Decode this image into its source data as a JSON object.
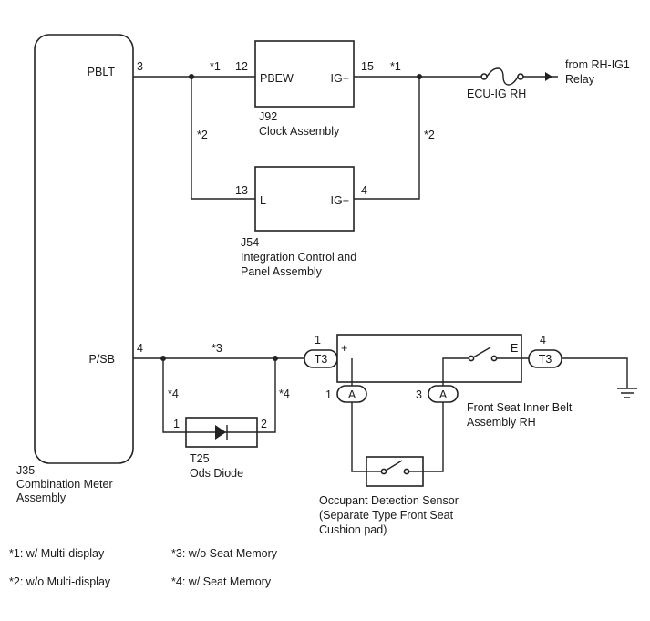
{
  "meter": {
    "code": "J35",
    "name_line1": "Combination Meter",
    "name_line2": "Assembly",
    "pin_pblt_name": "PBLT",
    "pin_pblt_no": "3",
    "pin_psb_name": "P/SB",
    "pin_psb_no": "4"
  },
  "clock": {
    "code": "J92",
    "name": "Clock Assembly",
    "pin_left_name": "PBEW",
    "pin_left_no": "12",
    "pin_right_name": "IG+",
    "pin_right_no": "15"
  },
  "integration": {
    "code": "J54",
    "name_line1": "Integration Control and",
    "name_line2": "Panel Assembly",
    "pin_left_name": "L",
    "pin_left_no": "13",
    "pin_right_name": "IG+",
    "pin_right_no": "4"
  },
  "fuse": {
    "label": "ECU-IG RH"
  },
  "source": {
    "line1": "from RH-IG1",
    "line2": "Relay"
  },
  "belt": {
    "name_line1": "Front Seat Inner Belt",
    "name_line2": "Assembly RH",
    "pin_plus": "+",
    "pin_e": "E",
    "connector_in": "T3",
    "connector_in_pin": "1",
    "connector_out": "T3",
    "connector_out_pin": "4",
    "sub_a1": "A",
    "sub_a1_pin": "1",
    "sub_a2": "A",
    "sub_a2_pin": "3"
  },
  "diode": {
    "code": "T25",
    "name": "Ods Diode",
    "pin1": "1",
    "pin2": "2"
  },
  "sensor": {
    "line1": "Occupant Detection Sensor",
    "line2": "(Separate Type Front Seat",
    "line3": "Cushion pad)"
  },
  "wire_marks": {
    "m1_clock_left": "*1",
    "m1_clock_right": "*1",
    "m2_left": "*2",
    "m2_right": "*2",
    "m3": "*3",
    "m4_left": "*4",
    "m4_right": "*4"
  },
  "legend": {
    "n1": "*1: w/ Multi-display",
    "n2": "*2: w/o Multi-display",
    "n3": "*3: w/o Seat Memory",
    "n4": "*4: w/ Seat Memory"
  }
}
